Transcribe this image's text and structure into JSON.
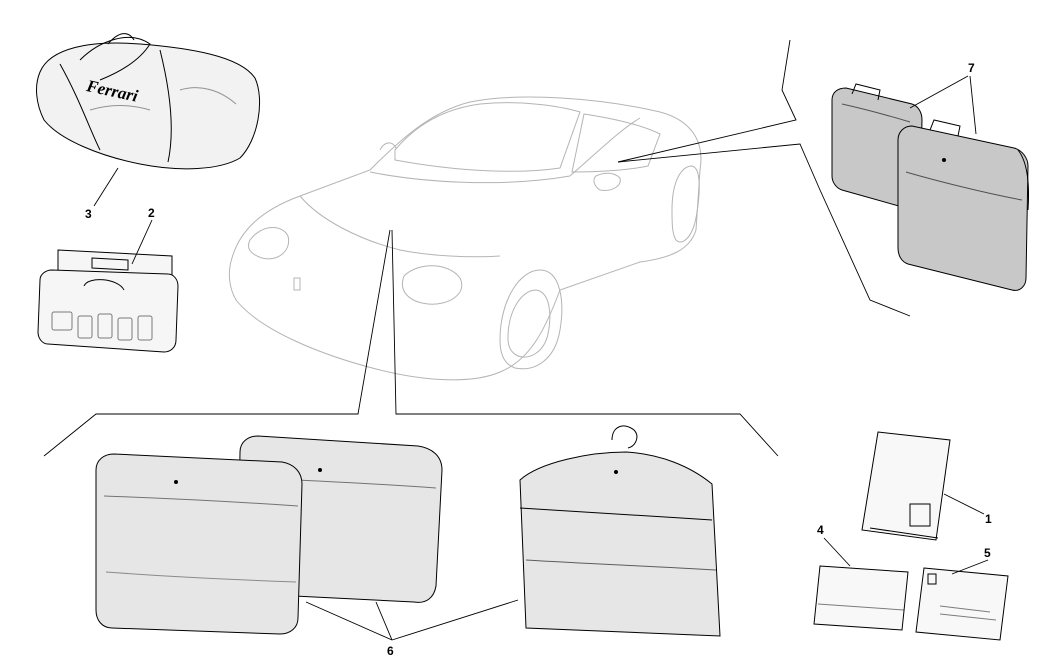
{
  "callouts": {
    "c1": "1",
    "c2": "2",
    "c3": "3",
    "c4": "4",
    "c5": "5",
    "c6": "6",
    "c7": "7"
  },
  "bag_logo": "Ferrari",
  "colors": {
    "line": "#000000",
    "car_line": "#b4b4b4",
    "case_fill": "#e6e6e6",
    "case_dark": "#c8c8c8"
  }
}
